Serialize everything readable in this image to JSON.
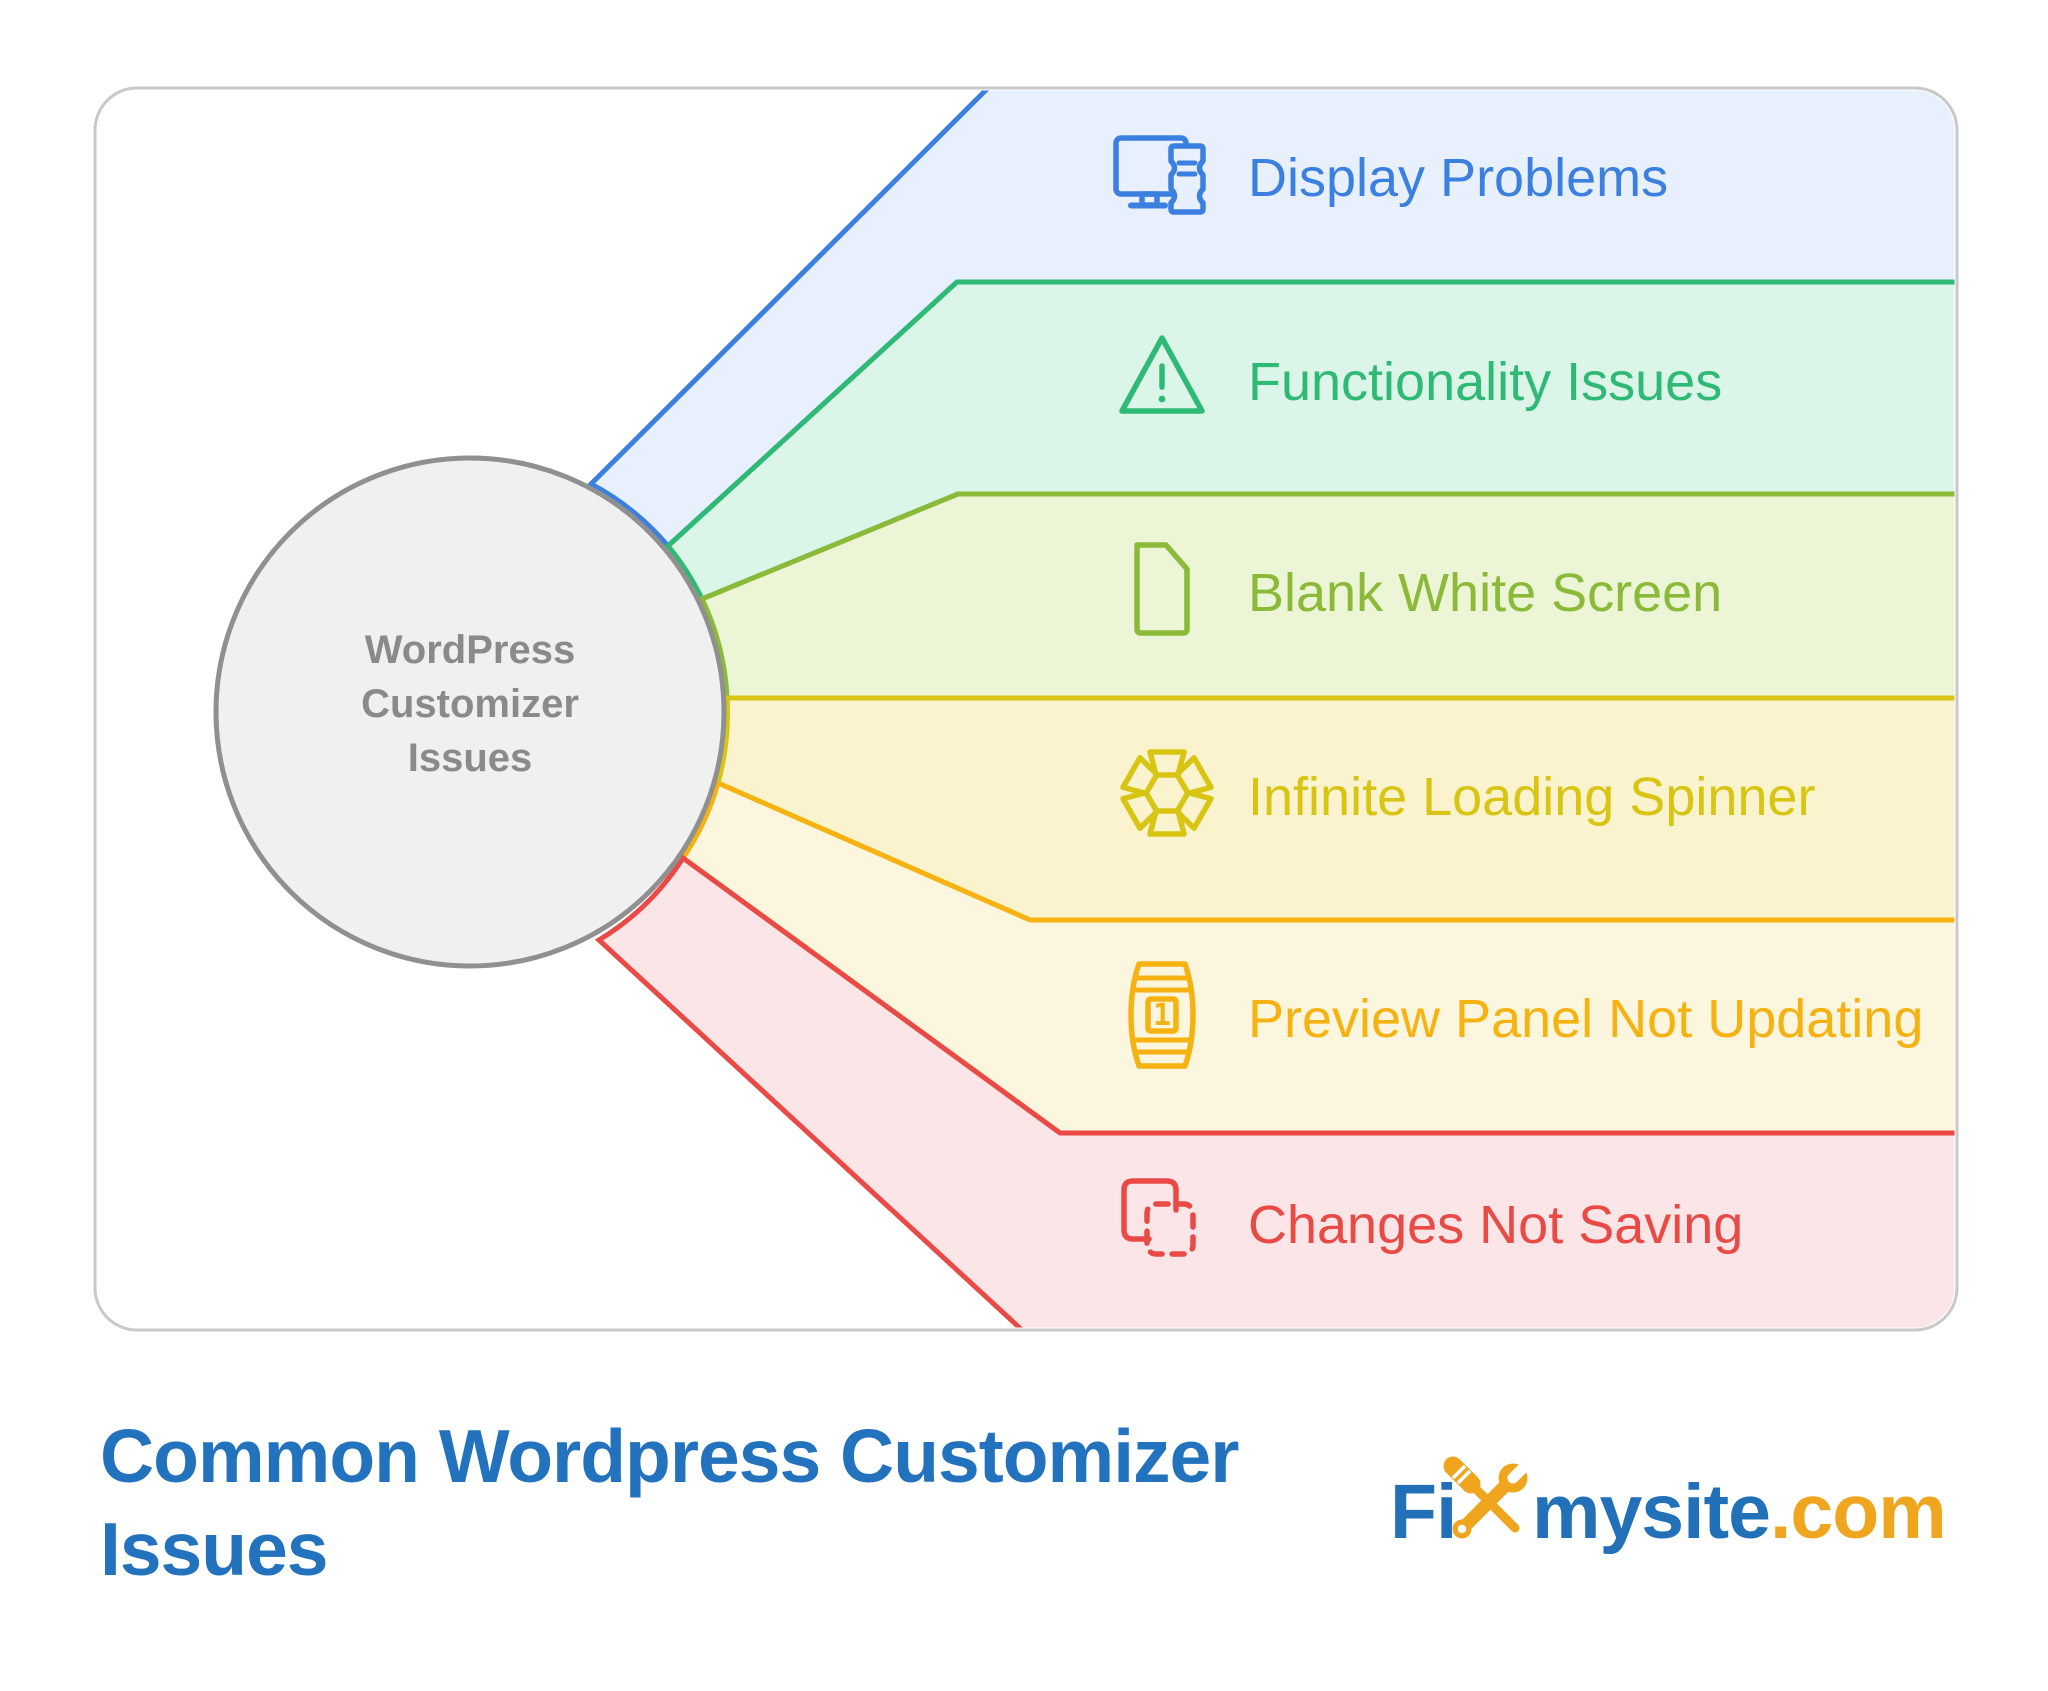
{
  "card": {
    "bg": "#ffffff",
    "border_color": "#c9c9c9"
  },
  "center_node": {
    "line1": "WordPress",
    "line2": "Customizer",
    "line3": "Issues",
    "text_color": "#8a8a8a",
    "fill": "#f0f0f0",
    "border_color": "#909090"
  },
  "branches": [
    {
      "label": "Display Problems",
      "color": "#3b80e0",
      "fill": "#e7f0fc",
      "icon": "monitor-receipt-icon"
    },
    {
      "label": "Functionality Issues",
      "color": "#2eba74",
      "fill": "#dcf5e9",
      "icon": "warning-triangle-icon"
    },
    {
      "label": "Blank White Screen",
      "color": "#8aba38",
      "fill": "#edf5d7",
      "icon": "blank-page-icon"
    },
    {
      "label": "Infinite Loading Spinner",
      "color": "#d8c513",
      "fill": "#fbf3cd",
      "icon": "loading-spinner-icon"
    },
    {
      "label": "Preview Panel Not Updating",
      "color": "#f5b211",
      "fill": "#fdf6de",
      "icon": "preview-panel-icon",
      "badge": "1"
    },
    {
      "label": "Changes Not Saving",
      "color": "#e94a46",
      "fill": "#fce5e6",
      "icon": "changes-copy-icon"
    }
  ],
  "title": {
    "line1": "Common Wordpress Customizer",
    "line2": "Issues",
    "color": "#2372bd"
  },
  "logo": {
    "fi": "Fi",
    "mysite": "mysite",
    "com": ".com",
    "blue": "#2270b8",
    "gold": "#efa61e"
  }
}
